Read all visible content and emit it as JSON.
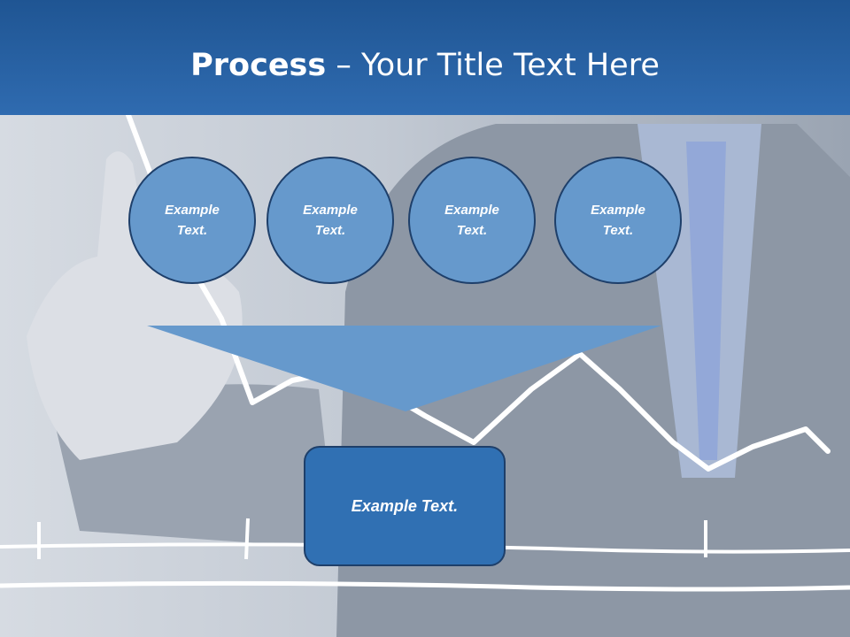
{
  "title": {
    "bold": "Process",
    "rest": " – Your Title Text Here"
  },
  "circles": [
    {
      "line1": "Example",
      "line2": "Text."
    },
    {
      "line1": "Example",
      "line2": "Text."
    },
    {
      "line1": "Example",
      "line2": "Text."
    },
    {
      "line1": "Example",
      "line2": "Text."
    }
  ],
  "result": {
    "label": "Example Text."
  },
  "colors": {
    "title_bar": "#2a62a5",
    "circle_fill": "#6699cc",
    "circle_border": "#1e3f6a",
    "funnel": "#6699cc",
    "result_fill": "#3070b3"
  }
}
